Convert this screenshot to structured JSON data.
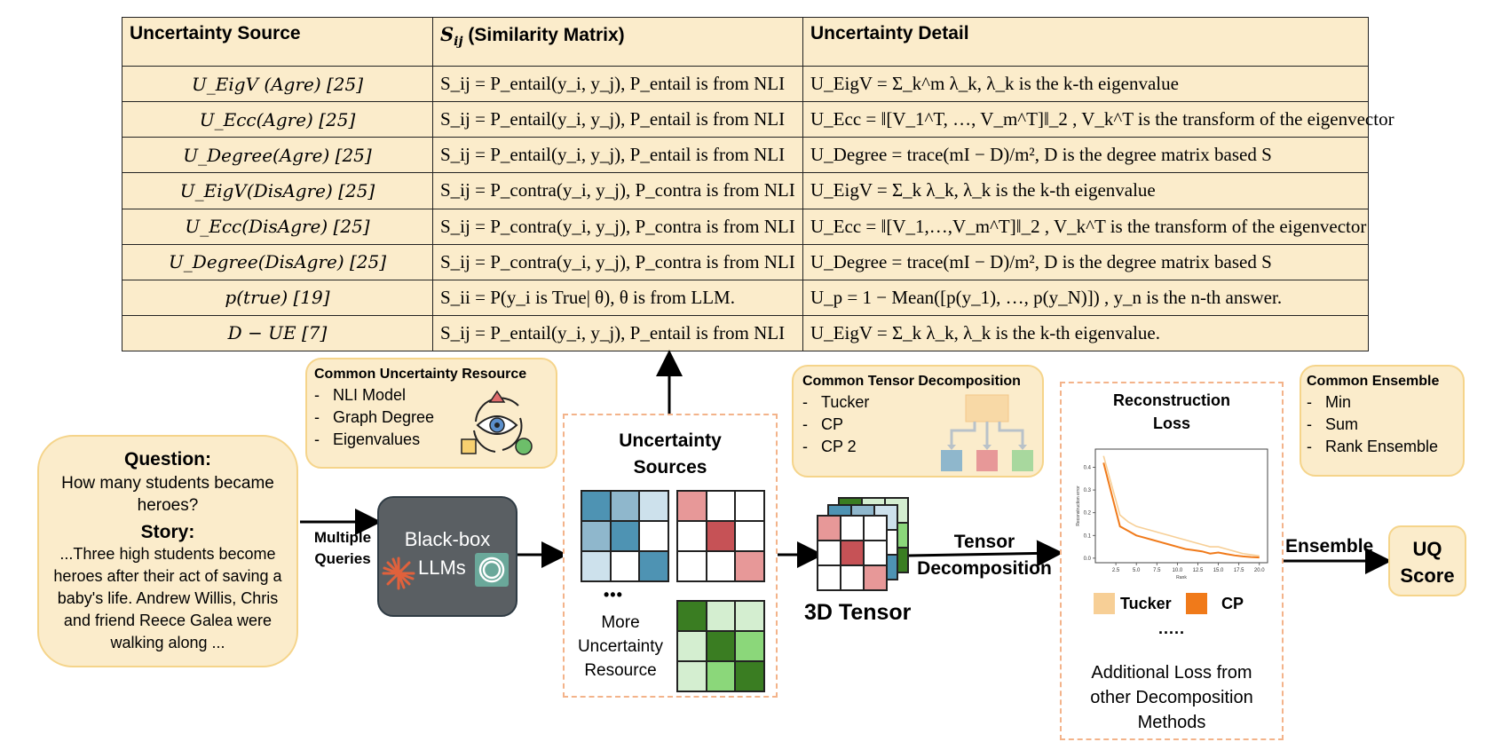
{
  "table": {
    "headers": {
      "source": "Uncertainty Source",
      "similarity": "(Similarity Matrix)",
      "similarity_symbol": "S",
      "similarity_sub": "ij",
      "detail": "Uncertainty Detail"
    },
    "rows": [
      {
        "source": "U_EigV (Agre) [25]",
        "similarity": "S_ij = P_entail(y_i, y_j),  P_entail is from NLI",
        "detail": "U_EigV = Σ_k^m λ_k, λ_k is the k-th eigenvalue"
      },
      {
        "source": "U_Ecc(Agre) [25]",
        "similarity": "S_ij = P_entail(y_i, y_j),  P_entail is from NLI",
        "detail": "U_Ecc = ‖[V_1^T, …, V_m^T]‖_2 , V_k^T is the transform of the eigenvector"
      },
      {
        "source": "U_Degree(Agre) [25]",
        "similarity": "S_ij = P_entail(y_i, y_j),  P_entail is from NLI",
        "detail": "U_Degree = trace(mI − D)/m², D is the  degree matrix based S"
      },
      {
        "source": "U_EigV(DisAgre) [25]",
        "similarity": "S_ij = P_contra(y_i, y_j), P_contra is from NLI",
        "detail": "U_EigV = Σ_k λ_k, λ_k is the k-th eigenvalue"
      },
      {
        "source": "U_Ecc(DisAgre) [25]",
        "similarity": "S_ij = P_contra(y_i, y_j), P_contra is from NLI",
        "detail": "U_Ecc = ‖[V_1,…,V_m^T]‖_2 , V_k^T is the transform of the eigenvector"
      },
      {
        "source": "U_Degree(DisAgre) [25]",
        "similarity": "S_ij = P_contra(y_i, y_j), P_contra is from NLI",
        "detail": "U_Degree = trace(mI − D)/m², D is the  degree matrix based S"
      },
      {
        "source": "p(true) [19]",
        "similarity": "S_ii = P(y_i is True| θ), θ is from LLM.",
        "detail": "U_p = 1 − Mean([p(y_1), …, p(y_N)]) , y_n is the n-th answer."
      },
      {
        "source": "D − UE [7]",
        "similarity": "S_ij = P_entail(y_i, y_j),  P_entail is from NLI",
        "detail": "U_EigV = Σ_k λ_k, λ_k is the k-th eigenvalue."
      }
    ]
  },
  "question_box": {
    "question_label": "Question:",
    "question_text": "How many students became heroes?",
    "story_label": "Story:",
    "story_text": "...Three high students become heroes after their act of saving a baby's life. Andrew Willis, Chris and friend Reece Galea were walking along ..."
  },
  "arrow_label_queries": "Multiple Queries",
  "llm_box": {
    "line1": "Black-box",
    "line2": "LLMs"
  },
  "common_uncertainty": {
    "title": "Common Uncertainty Resource",
    "items": [
      "NLI Model",
      "Graph Degree",
      "Eigenvalues"
    ]
  },
  "uncertainty_sources": {
    "title": "Uncertainty Sources",
    "ellipsis": "•••",
    "more_text": "More Uncertainty Resource"
  },
  "tensor": {
    "label": "3D Tensor"
  },
  "arrow_label_decomp": "Tensor Decomposition",
  "common_tensor": {
    "title": "Common Tensor Decomposition",
    "items": [
      "Tucker",
      "CP",
      "CP 2"
    ]
  },
  "reconstruction": {
    "title": "Reconstruction Loss",
    "legend": [
      "Tucker",
      "CP"
    ],
    "ellipsis": ".....",
    "additional": "Additional Loss from other Decomposition Methods",
    "chart_xlabel": "Rank",
    "chart_ylabel": "Reconstruction error",
    "xticks": [
      "2.5",
      "5.0",
      "7.5",
      "10.0",
      "12.5",
      "15.0",
      "17.5",
      "20.0"
    ],
    "yticks": [
      "0.0",
      "0.1",
      "0.2",
      "0.3",
      "0.4"
    ]
  },
  "chart_data": {
    "type": "line",
    "xlabel": "Rank",
    "ylabel": "Reconstruction error",
    "xlim": [
      0,
      21
    ],
    "ylim": [
      -0.02,
      0.48
    ],
    "series": [
      {
        "name": "Tucker",
        "color": "#f7cf96",
        "x": [
          1,
          2,
          3,
          4,
          5,
          6,
          7,
          8,
          9,
          10,
          11,
          12,
          13,
          14,
          15,
          16,
          17,
          18,
          19,
          20
        ],
        "values": [
          0.45,
          0.32,
          0.19,
          0.16,
          0.14,
          0.13,
          0.12,
          0.11,
          0.1,
          0.09,
          0.08,
          0.07,
          0.06,
          0.05,
          0.05,
          0.04,
          0.03,
          0.02,
          0.015,
          0.01
        ]
      },
      {
        "name": "CP",
        "color": "#f07a1a",
        "x": [
          1,
          2,
          3,
          4,
          5,
          6,
          7,
          8,
          9,
          10,
          11,
          12,
          13,
          14,
          15,
          16,
          17,
          18,
          19,
          20
        ],
        "values": [
          0.42,
          0.28,
          0.14,
          0.12,
          0.1,
          0.09,
          0.08,
          0.07,
          0.06,
          0.05,
          0.04,
          0.035,
          0.03,
          0.02,
          0.025,
          0.018,
          0.012,
          0.008,
          0.005,
          0.003
        ]
      }
    ]
  },
  "ensemble_label": "Ensemble",
  "common_ensemble": {
    "title": "Common Ensemble",
    "items": [
      "Min",
      "Sum",
      "Rank Ensemble"
    ]
  },
  "uq_score": {
    "line1": "UQ",
    "line2": "Score"
  },
  "colors": {
    "cream": "#fbeccb",
    "cream_border": "#f5d48a",
    "dashed_border": "#f3b38a",
    "llm_box": "#5a5f63",
    "blue_dark": "#4e93b3",
    "blue_mid": "#8fb7cc",
    "blue_light": "#cde1ec",
    "red_dark": "#c65256",
    "red_light": "#e79898",
    "green_dark": "#3a7d22",
    "green_mid": "#8bd77a",
    "green_light": "#d4eed0"
  }
}
